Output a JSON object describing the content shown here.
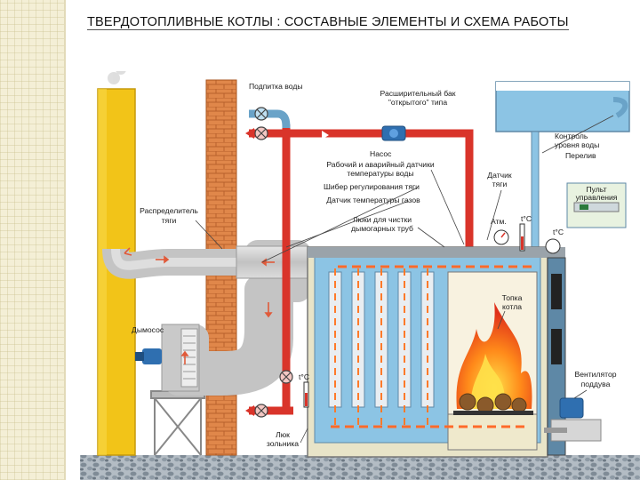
{
  "title": "ТВЕРДОТОПЛИВНЫЕ КОТЛЫ : СОСТАВНЫЕ ЭЛЕМЕНТЫ И СХЕМА РАБОТЫ",
  "labels": {
    "podpitka": "Подпитка воды",
    "bak_1": "Расширительный бак",
    "bak_2": "\"открытого\" типа",
    "nasos": "Насос",
    "datchiki_1": "Рабочий и аварийный датчики",
    "datchiki_2": "температуры воды",
    "shiber": "Шибер регулирования тяги",
    "datchik_gazov": "Датчик температуры газов",
    "lyuki_1": "Люки для чистки",
    "lyuki_2": "дымогарных труб",
    "datchik_tyagi_1": "Датчик",
    "datchik_tyagi_2": "тяги",
    "kontrol_1": "Контроль",
    "kontrol_2": "уровня воды",
    "pereliv": "Перелив",
    "pult_1": "Пульт",
    "pult_2": "управления",
    "atm": "Атм.",
    "temp": "t°C",
    "raspredelitel_1": "Распределитель",
    "raspredelitel_2": "тяги",
    "dymosos": "Дымосос",
    "topka_1": "Топка",
    "topka_2": "котла",
    "ventilyator_1": "Вентилятор",
    "ventilyator_2": "поддува",
    "lyuk_zolnika_1": "Люк",
    "lyuk_zolnika_2": "зольника"
  },
  "colors": {
    "chimney": "#f2c418",
    "brick": "#e0874a",
    "hot_pipe": "#d9342a",
    "water": "#8cc4e4",
    "duct": "#c8c8c8",
    "steel": "#5e88a6",
    "gravel": "#9aa6b0"
  },
  "icons": [
    "valve-icon",
    "pump-icon",
    "gauge-icon",
    "thermometer-icon",
    "fan-icon",
    "flame-icon",
    "control-panel-icon"
  ]
}
